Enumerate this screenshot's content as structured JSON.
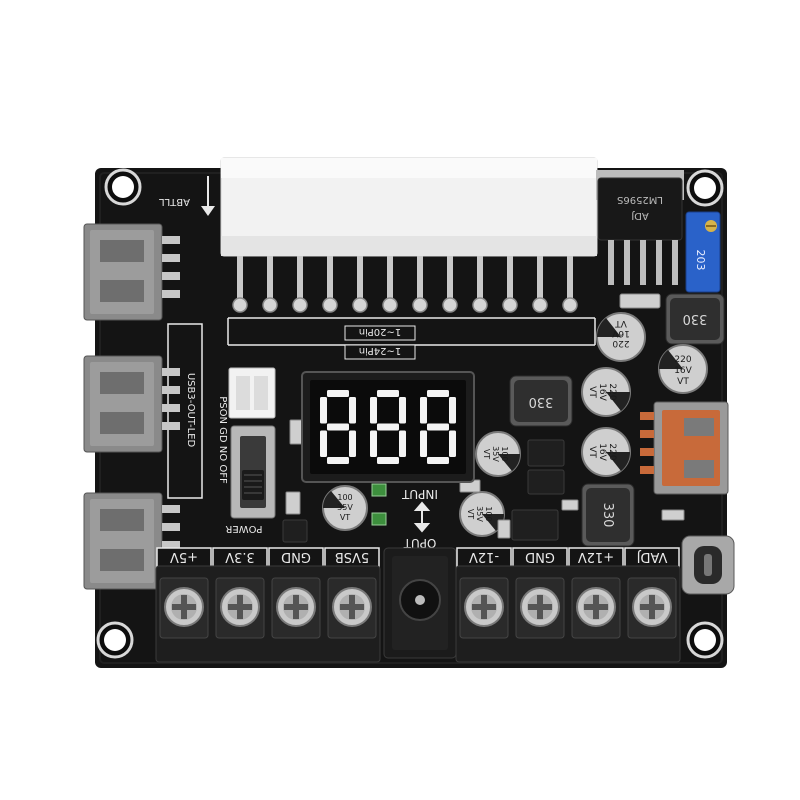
{
  "board": {
    "brand": "ABTLL",
    "colors": {
      "pcb": "#141414",
      "silkscreen": "#e9e9e9",
      "usb_metal": "#8a8a8a",
      "screw": "#c9c9c9",
      "connector": "#f2f2f2",
      "trimmer": "#2a62c9",
      "usbc_port": "#c86a3a"
    }
  },
  "atx_connector": {
    "label_20pin": "1~20Pin",
    "label_24pin": "1~24Pin"
  },
  "regulator": {
    "lines": [
      "LM2596S",
      "ADJ"
    ]
  },
  "trimmer": {
    "label": "203"
  },
  "inductors": {
    "right_top": "330",
    "middle": "330",
    "lower": "330"
  },
  "capacitors": {
    "cap_top_right": [
      "220",
      "16V",
      "VT"
    ],
    "cap_right": [
      "220",
      "16V",
      "VT"
    ],
    "cap_mid_top": [
      "220",
      "16V",
      "VT"
    ],
    "cap_mid_lower": [
      "220",
      "16V",
      "VT"
    ],
    "cap_a": [
      "100",
      "35V",
      "VT"
    ],
    "cap_b": [
      "100",
      "35V",
      "VT"
    ],
    "cap_c": [
      "100",
      "35V",
      "VT"
    ]
  },
  "display": {
    "digits": "888"
  },
  "side_labels": {
    "usb_led": "USB3-OUT-LED",
    "pson": "PSON GD NO OFF",
    "power": "POWER",
    "input": "INPUT",
    "output": "OPUT"
  },
  "terminals": {
    "left": [
      "+5V",
      "3.3V",
      "GND",
      "5VSB"
    ],
    "right": [
      "-12V",
      "GND",
      "+12V",
      "VADJ"
    ]
  }
}
